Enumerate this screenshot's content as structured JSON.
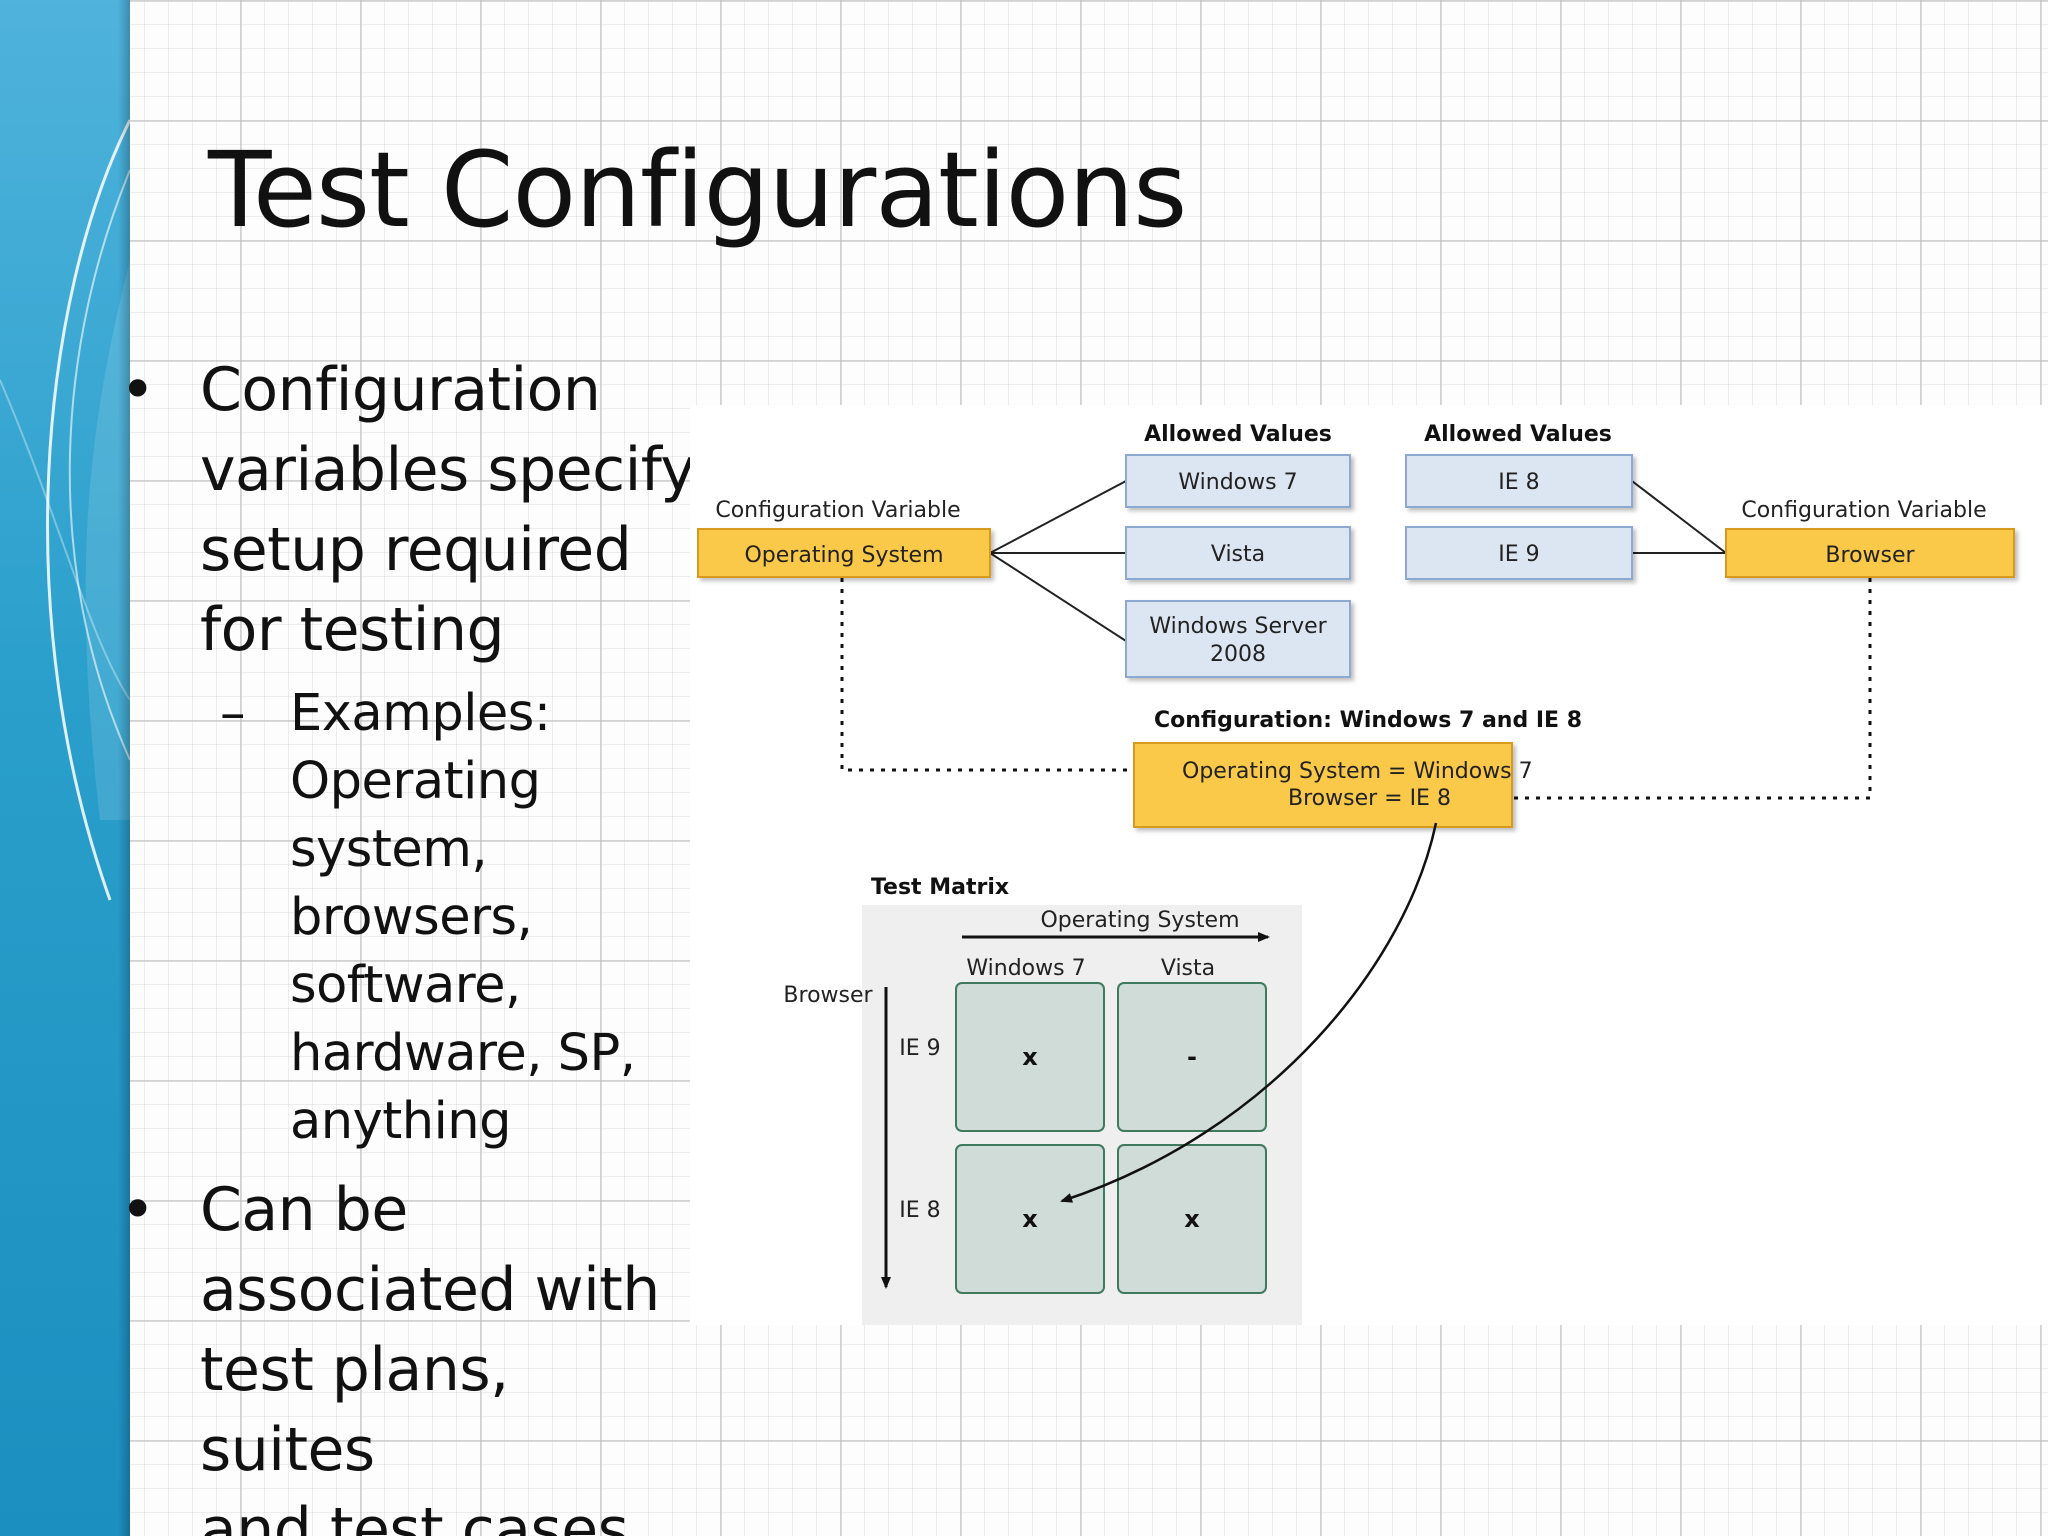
{
  "slide": {
    "title": "Test Configurations",
    "bullets": [
      {
        "text": "Configuration variables specify setup required for testing",
        "lines": [
          "Configuration",
          "variables specify",
          "setup required",
          "for testing"
        ],
        "sub": {
          "lines": [
            "Examples:",
            "Operating",
            "system,",
            "browsers,",
            "software,",
            "hardware, SP,",
            "anything"
          ]
        }
      },
      {
        "text": "Can be associated with test plans, suites and test cases",
        "lines": [
          "Can be",
          "associated with",
          "test plans, suites",
          "and test cases"
        ]
      }
    ],
    "bullet_glyph": "•",
    "dash_glyph": "–"
  },
  "diagram": {
    "allowed_values_left": {
      "header": "Allowed Values",
      "values": [
        "Windows 7",
        "Vista",
        "Windows Server",
        "2008"
      ]
    },
    "allowed_values_right": {
      "header": "Allowed Values",
      "values": [
        "IE 8",
        "IE 9"
      ]
    },
    "config_var_left": {
      "caption": "Configuration Variable",
      "name": "Operating System"
    },
    "config_var_right": {
      "caption": "Configuration Variable",
      "name": "Browser"
    },
    "configuration": {
      "header": "Configuration: Windows 7 and IE 8",
      "line1": "Operating System = Windows 7",
      "line2": "Browser = IE 8"
    },
    "test_matrix": {
      "title": "Test Matrix",
      "column_axis": "Operating System",
      "row_axis": "Browser",
      "columns": [
        "Windows 7",
        "Vista"
      ],
      "rows": [
        {
          "label": "IE 9",
          "cells": [
            "x",
            "-"
          ]
        },
        {
          "label": "IE 8",
          "cells": [
            "x",
            "x"
          ]
        }
      ]
    },
    "colors": {
      "value_box_fill": "#dce6f2",
      "value_box_stroke": "#8ea9cf",
      "variable_box_fill": "#fbc94a",
      "variable_box_stroke": "#d89a1c",
      "cell_fill": "#cfdcd8",
      "cell_stroke": "#3f7a5f",
      "matrix_bg": "#efefef"
    }
  }
}
